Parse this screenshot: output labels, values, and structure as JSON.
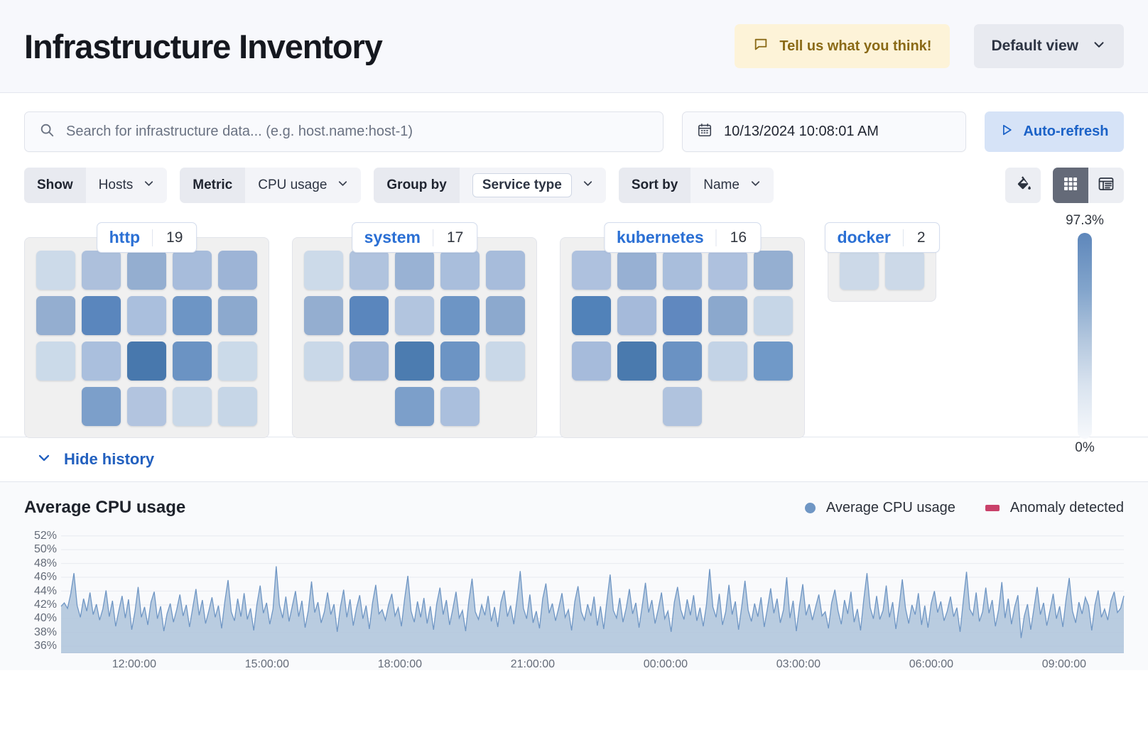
{
  "header": {
    "title": "Infrastructure Inventory",
    "feedback_label": "Tell us what you think!",
    "feedback_icon": "comment-icon",
    "view_label": "Default view",
    "view_icon": "chevron-down-icon"
  },
  "search": {
    "placeholder": "Search for infrastructure data... (e.g. host.name:host-1)",
    "icon": "search-icon"
  },
  "datepicker": {
    "value": "10/13/2024 10:08:01 AM",
    "icon": "calendar-icon"
  },
  "autorefresh": {
    "label": "Auto-refresh",
    "icon": "play-icon"
  },
  "filters": [
    {
      "label": "Show",
      "value": "Hosts",
      "boxed": false
    },
    {
      "label": "Metric",
      "value": "CPU usage",
      "boxed": false
    },
    {
      "label": "Group by",
      "value": "Service type",
      "boxed": true
    },
    {
      "label": "Sort by",
      "value": "Name",
      "boxed": false
    }
  ],
  "toolbar_right": {
    "palette_icon": "color-fill-icon",
    "grid_view_icon": "grid-view-icon",
    "table_view_icon": "table-view-icon",
    "active_view": "grid"
  },
  "legend_scale": {
    "max_label": "97.3%",
    "min_label": "0%",
    "color_max": "#5e87bb",
    "color_min": "#f7f9fc"
  },
  "history": {
    "toggle_label": "Hide history",
    "toggle_icon": "chevron-down-icon"
  },
  "treemap": {
    "groups": [
      {
        "name": "http",
        "count": "19",
        "rows": [
          {
            "offset": 0,
            "colors": [
              "#ccdae9",
              "#adc0dc",
              "#94aed0",
              "#a7bcdb",
              "#9db4d6"
            ]
          },
          {
            "offset": 0,
            "colors": [
              "#94aed0",
              "#5a86bd",
              "#aabfdd",
              "#6d95c5",
              "#8ca9ce"
            ]
          },
          {
            "offset": 0,
            "colors": [
              "#cbdae9",
              "#aabfdd",
              "#4878ad",
              "#6b93c3",
              "#cbdae9"
            ]
          },
          {
            "offset": 1,
            "colors": [
              "#7c9fca",
              "#b2c4df",
              "#c9d8e8",
              "#c6d6e7"
            ]
          }
        ]
      },
      {
        "name": "system",
        "count": "17",
        "rows": [
          {
            "offset": 0,
            "colors": [
              "#ccdae9",
              "#b0c3de",
              "#99b2d4",
              "#a9bedc",
              "#a7bcdb"
            ]
          },
          {
            "offset": 0,
            "colors": [
              "#94aed0",
              "#5a86bd",
              "#b2c5df",
              "#6d95c5",
              "#8ca9ce"
            ]
          },
          {
            "offset": 0,
            "colors": [
              "#c9d8e8",
              "#a2b8d8",
              "#4c7cb0",
              "#6c94c4",
              "#c9d8e8"
            ]
          },
          {
            "offset": 2,
            "colors": [
              "#7c9fca",
              "#aabfdd"
            ]
          }
        ]
      },
      {
        "name": "kubernetes",
        "count": "16",
        "rows": [
          {
            "offset": 0,
            "colors": [
              "#aec1de",
              "#97b0d3",
              "#a9bedc",
              "#aec1de",
              "#95afd1"
            ]
          },
          {
            "offset": 0,
            "colors": [
              "#5182b9",
              "#a5bada",
              "#6088bf",
              "#8ba8cd",
              "#c6d6e7"
            ]
          },
          {
            "offset": 0,
            "colors": [
              "#a6bbdb",
              "#4a7aae",
              "#6a92c3",
              "#c3d3e6",
              "#7099c8"
            ]
          },
          {
            "offset": 2,
            "colors": [
              "#b0c3de"
            ]
          }
        ]
      },
      {
        "name": "docker",
        "count": "2",
        "rows": [
          {
            "offset": 0,
            "colors": [
              "#ccd9e8",
              "#ccd9e8"
            ]
          }
        ]
      }
    ]
  },
  "chart_data": {
    "type": "area",
    "title": "Average CPU usage",
    "xlabel": "",
    "ylabel": "",
    "ylim": [
      35,
      53
    ],
    "ytick_labels": [
      "52%",
      "50%",
      "48%",
      "46%",
      "44%",
      "42%",
      "40%",
      "38%",
      "36%"
    ],
    "ytick_values": [
      52,
      50,
      48,
      46,
      44,
      42,
      40,
      38,
      36
    ],
    "xtick_labels": [
      "12:00:00",
      "15:00:00",
      "18:00:00",
      "21:00:00",
      "00:00:00",
      "03:00:00",
      "06:00:00",
      "09:00:00"
    ],
    "grid": true,
    "legend_position": "top-right",
    "legend": [
      {
        "name": "Average CPU usage",
        "color": "#6f96c4",
        "marker": "dot"
      },
      {
        "name": "Anomaly detected",
        "color": "#c9416a",
        "marker": "square"
      }
    ],
    "series": [
      {
        "name": "Average CPU usage",
        "color": "#6f96c4",
        "fill": "#aec3da",
        "values": [
          41.8,
          42.3,
          41.5,
          43.6,
          46.6,
          41.9,
          40.2,
          42.9,
          41.1,
          43.8,
          40.6,
          42.1,
          39.8,
          41.4,
          44.1,
          40.3,
          42.6,
          38.9,
          41.2,
          43.3,
          40.1,
          42.8,
          38.4,
          41.0,
          44.6,
          40.2,
          41.7,
          39.1,
          42.4,
          43.9,
          40.0,
          41.8,
          38.2,
          40.7,
          42.2,
          39.5,
          41.3,
          43.5,
          40.4,
          42.0,
          38.8,
          41.6,
          44.3,
          40.5,
          42.7,
          39.3,
          41.1,
          43.1,
          40.2,
          41.9,
          38.6,
          42.5,
          45.6,
          41.0,
          39.7,
          42.9,
          40.3,
          43.7,
          39.9,
          41.5,
          38.3,
          42.1,
          44.8,
          40.8,
          42.3,
          39.2,
          41.4,
          47.6,
          42.0,
          40.1,
          43.2,
          39.6,
          41.8,
          44.0,
          40.3,
          42.6,
          38.7,
          41.2,
          45.4,
          40.9,
          42.4,
          39.4,
          41.0,
          43.8,
          40.6,
          42.1,
          38.1,
          41.7,
          44.2,
          40.2,
          42.8,
          39.0,
          41.5,
          43.4,
          40.0,
          41.9,
          38.5,
          42.3,
          44.9,
          40.7,
          41.3,
          39.8,
          42.0,
          43.6,
          40.4,
          41.6,
          38.9,
          42.9,
          46.2,
          41.1,
          39.5,
          42.5,
          40.2,
          43.0,
          39.3,
          41.8,
          38.4,
          42.2,
          44.5,
          40.6,
          42.7,
          39.1,
          41.4,
          43.9,
          40.1,
          41.2,
          38.2,
          42.6,
          45.8,
          41.0,
          39.9,
          42.0,
          40.5,
          43.3,
          39.6,
          41.7,
          38.8,
          42.4,
          44.1,
          40.3,
          41.9,
          39.2,
          42.8,
          46.9,
          41.5,
          40.0,
          43.5,
          39.4,
          41.1,
          38.6,
          42.9,
          45.1,
          40.8,
          42.2,
          39.7,
          41.6,
          43.7,
          40.2,
          41.3,
          38.3,
          42.5,
          44.7,
          41.0,
          39.8,
          42.1,
          40.4,
          43.2,
          39.0,
          41.8,
          38.5,
          42.6,
          46.4,
          41.2,
          40.1,
          43.0,
          39.5,
          41.5,
          44.3,
          40.7,
          42.3,
          38.7,
          41.9,
          45.2,
          40.9,
          42.7,
          39.3,
          41.4,
          43.8,
          40.0,
          41.1,
          38.1,
          42.4,
          44.6,
          41.3,
          39.9,
          42.8,
          40.5,
          43.4,
          39.7,
          41.6,
          38.9,
          42.0,
          47.2,
          41.7,
          40.2,
          43.6,
          39.1,
          41.0,
          44.9,
          40.6,
          42.5,
          38.4,
          41.8,
          45.5,
          41.2,
          39.6,
          42.2,
          40.3,
          43.1,
          38.8,
          41.5,
          44.4,
          40.8,
          42.9,
          39.4,
          41.3,
          46.0,
          40.1,
          42.6,
          38.2,
          41.9,
          45.0,
          40.5,
          42.1,
          39.8,
          41.7,
          43.5,
          40.4,
          41.0,
          38.6,
          42.3,
          44.2,
          41.1,
          39.2,
          42.7,
          40.7,
          43.9,
          39.5,
          41.4,
          38.3,
          42.8,
          46.6,
          41.6,
          40.0,
          43.3,
          39.9,
          41.2,
          44.8,
          40.2,
          42.4,
          38.5,
          41.8,
          45.7,
          41.5,
          39.3,
          42.0,
          40.6,
          43.7,
          39.1,
          41.9,
          38.7,
          42.2,
          44.0,
          40.9,
          42.5,
          39.7,
          41.1,
          43.2,
          40.3,
          41.6,
          38.1,
          42.6,
          46.8,
          41.4,
          40.5,
          43.8,
          39.6,
          41.0,
          44.5,
          40.8,
          42.7,
          38.9,
          41.3,
          45.3,
          40.1,
          42.9,
          39.2,
          41.7,
          43.4,
          37.2,
          40.4,
          42.1,
          38.4,
          41.5,
          44.6,
          40.6,
          42.3,
          39.0,
          41.2,
          43.6,
          40.0,
          41.8,
          38.8,
          42.8,
          45.9,
          41.1,
          39.4,
          42.4,
          40.7,
          43.1,
          41.9,
          38.3,
          42.0,
          44.1,
          40.2,
          41.4,
          39.8,
          42.6,
          43.9,
          40.9,
          41.5,
          43.3
        ]
      }
    ]
  }
}
